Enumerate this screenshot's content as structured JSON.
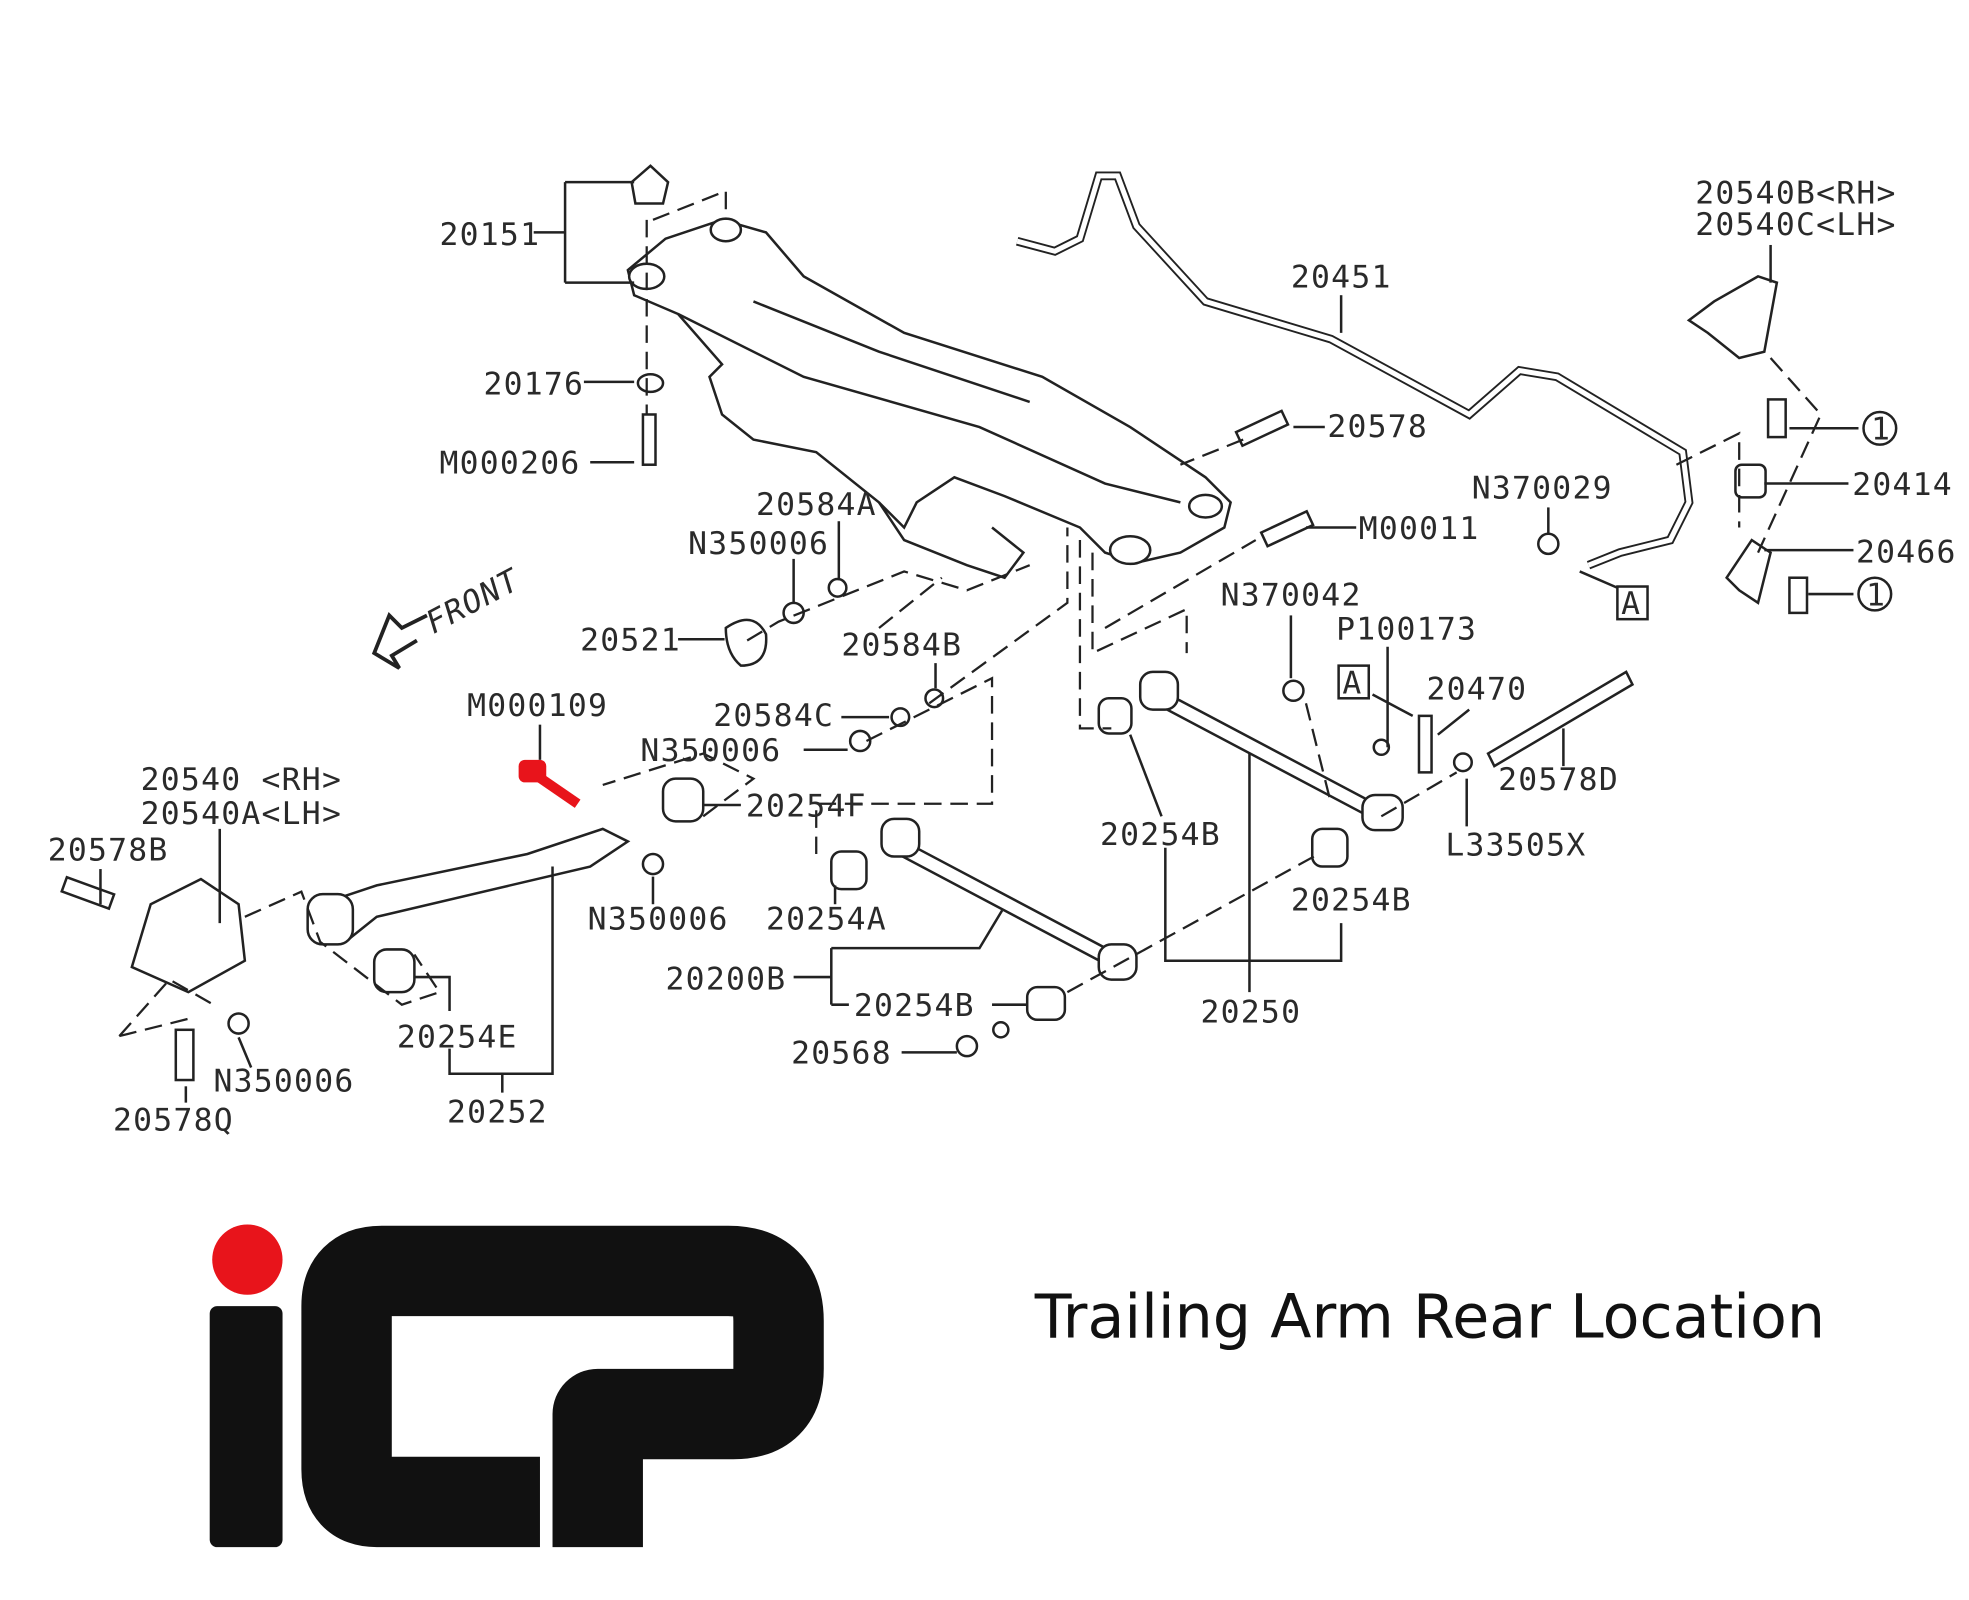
{
  "title": "Trailing Arm Rear Location",
  "logo": {
    "text": "iCP",
    "dot_color": "#e8141b",
    "color": "#111111"
  },
  "front_label": "FRONT",
  "highlight_color": "#e8141b",
  "labels": [
    "20151",
    "20176",
    "M000206",
    "20584A",
    "N350006",
    "20521",
    "20584B",
    "20584C",
    "N350006",
    "M000109",
    "20254F",
    "20540 <RH>",
    "20540A<LH>",
    "20578B",
    "N350006",
    "20254A",
    "20200B",
    "20254B",
    "20568",
    "20254E",
    "N350006",
    "20252",
    "20578Q",
    "20451",
    "20540B<RH>",
    "20540C<LH>",
    "20578",
    "N370029",
    "20414",
    "M00011",
    "20466",
    "N370042",
    "P100173",
    "20470",
    "20578D",
    "20254B",
    "L33505X",
    "20254B",
    "20250"
  ],
  "ref_markers": {
    "box_a": "A",
    "circle_1": "1"
  }
}
